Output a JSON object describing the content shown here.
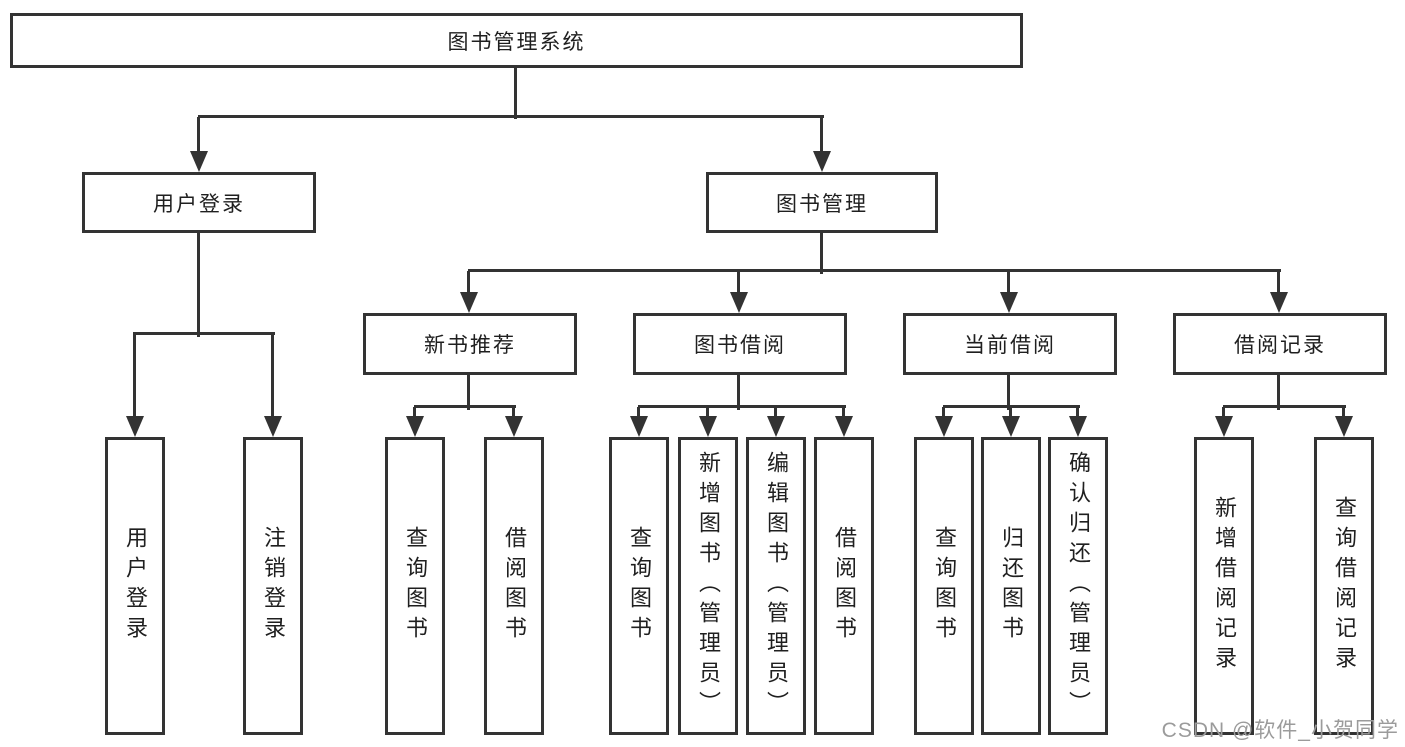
{
  "nodes": {
    "root": "图书管理系统",
    "level2": [
      "用户登录",
      "图书管理"
    ],
    "level3": [
      "新书推荐",
      "图书借阅",
      "当前借阅",
      "借阅记录"
    ],
    "leaves_user_login": [
      "用户登录",
      "注销登录"
    ],
    "leaves_new_book": [
      "查询图书",
      "借阅图书"
    ],
    "leaves_book_borrow": [
      "查询图书",
      "新增图书（管理员）",
      "编辑图书（管理员）",
      "借阅图书"
    ],
    "leaves_current_borrow": [
      "查询图书",
      "归还图书",
      "确认归还（管理员）"
    ],
    "leaves_borrow_records": [
      "新增借阅记录",
      "查询借阅记录"
    ]
  },
  "watermark": {
    "text": "CSDN @软件_小贺同学"
  },
  "colors": {
    "line": "#333333",
    "text": "#1f1f1f",
    "watermark": "#9b9b9b"
  }
}
